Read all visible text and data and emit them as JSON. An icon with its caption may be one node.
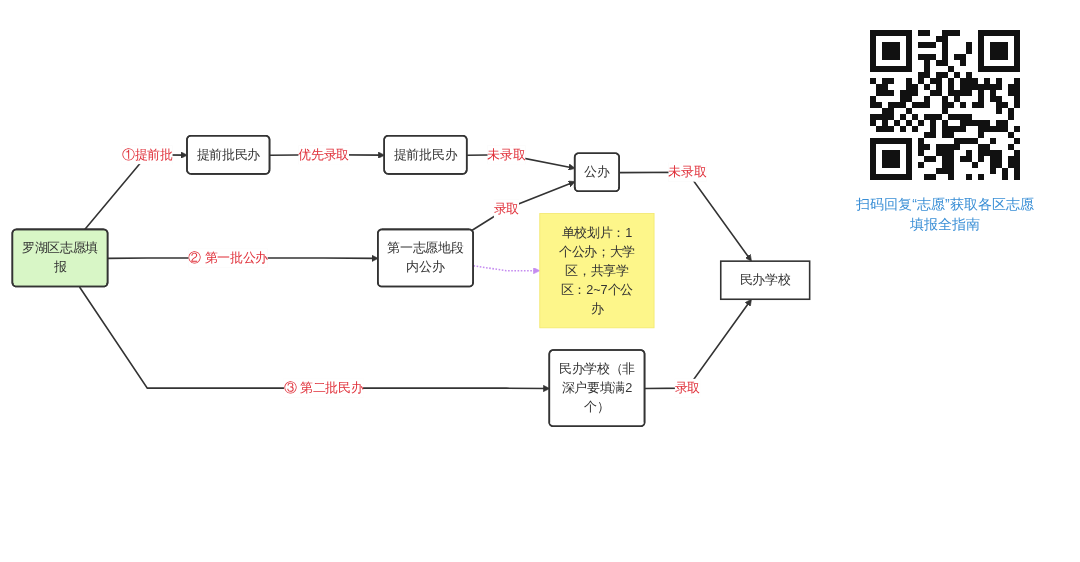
{
  "diagram": {
    "nodes": [
      {
        "text": [
          "单校划片：1个公办；大学区，共享学区：2~7个公办"
        ]
      },
      {
        "text": [
          "罗湖区志愿填报"
        ]
      },
      {
        "text": [
          "提前批民办"
        ]
      },
      {
        "text": [
          "第一志愿地段内公办"
        ]
      },
      {
        "text": [
          "民办学校（非深户要填满2个）"
        ]
      },
      {
        "text": [
          "提前批民办"
        ]
      },
      {
        "text": [
          "公办"
        ]
      },
      {
        "text": [
          "民办学校"
        ]
      }
    ],
    "edges": [
      {
        "from": 1,
        "to": 2,
        "arrow": "to",
        "label": "①提前批"
      },
      {
        "from": 1,
        "to": 3,
        "arrow": "to",
        "label": "② 第一批公办"
      },
      {
        "from": 1,
        "to": 4,
        "arrow": "to",
        "label": "③ 第二批民办"
      },
      {
        "from": 2,
        "to": 5,
        "arrow": "to",
        "label": "优先录取"
      },
      {
        "from": 5,
        "to": 6,
        "arrow": "to",
        "label": "未录取"
      },
      {
        "from": 3,
        "to": 6,
        "arrow": "to",
        "label": "录取"
      },
      {
        "from": 6,
        "to": 7,
        "arrow": "to",
        "label": "未录取"
      },
      {
        "from": 4,
        "to": 7,
        "arrow": "to",
        "label": "录取"
      },
      {
        "from": 3,
        "to": 0,
        "arrow": "to",
        "style": "dashed",
        "color": "#c58cf0"
      }
    ],
    "labels": [
      "扫码回复“志愿”获取各区志愿填报全指南"
    ]
  }
}
